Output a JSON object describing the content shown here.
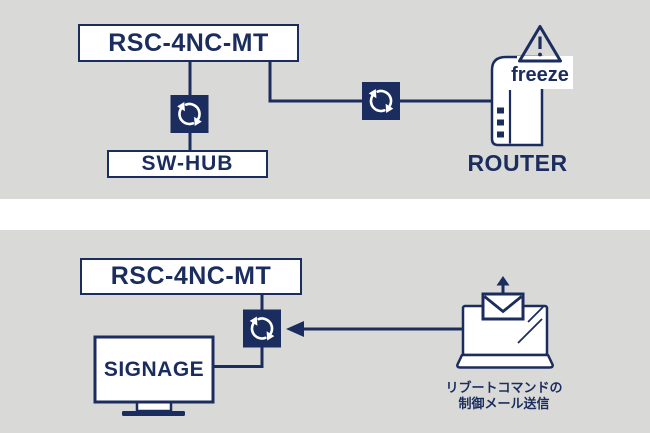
{
  "colors": {
    "navy": "#1b2c5e",
    "panel_background": "#d9dad7",
    "surface_white": "#ffffff"
  },
  "top_panel": {
    "controller_label": "RSC-4NC-MT",
    "hub_label": "SW-HUB",
    "router_label": "ROUTER",
    "router_status": "freeze"
  },
  "bottom_panel": {
    "controller_label": "RSC-4NC-MT",
    "signage_label": "SIGNAGE",
    "caption": {
      "line1": "リブートコマンドの",
      "line2": "制御メール送信"
    }
  },
  "icons": {
    "cycle": "reboot-cycle-icon",
    "warning": "warning-triangle-icon",
    "mail": "mail-send-icon",
    "arrow": "arrow-left-icon"
  }
}
